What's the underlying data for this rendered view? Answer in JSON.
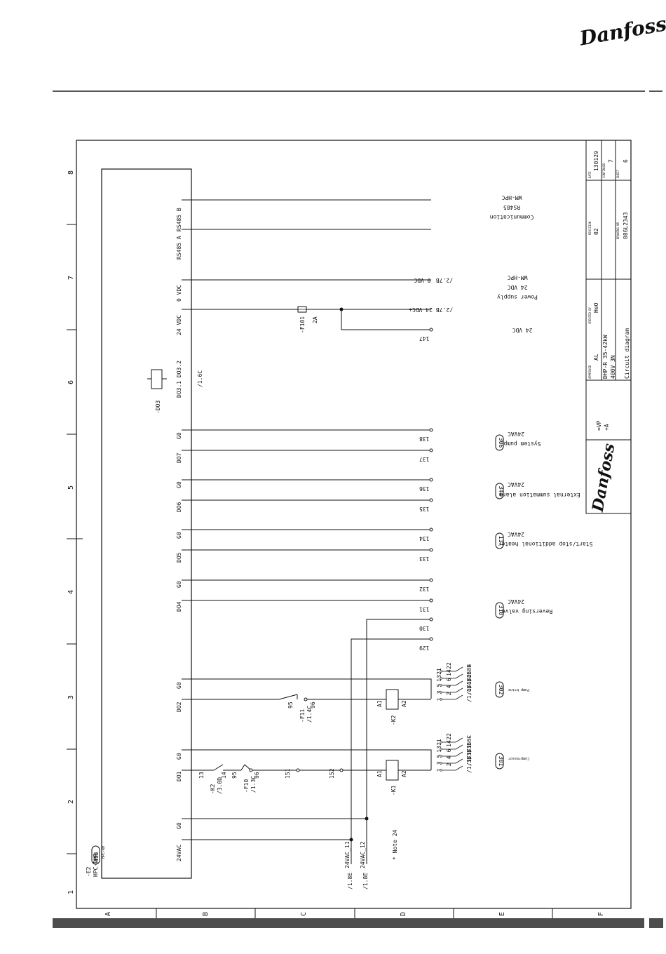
{
  "header": {
    "logo_text": "Danfoss"
  },
  "title_block": {
    "date_label": "DATE",
    "date": "130129",
    "continued_label": "CONTINUED",
    "continued": "7",
    "sheet_label": "SHEET",
    "sheet": "6",
    "revision_label": "REVISION",
    "revision": "02",
    "drawing_nr_label": "DRAWING NR",
    "drawing_nr": "086L2343",
    "created_by_label": "CREATED BY",
    "created_by": "HeO",
    "approved_label": "APPROVED",
    "approved": "AL",
    "product": "DHP-R 35-42kW",
    "voltage": "400V 3N",
    "doc_type": "Circuit diagram",
    "location_1": "=VP",
    "location_2": "+A",
    "logo_text": "Danfoss"
  },
  "grid": {
    "numbers": [
      "1",
      "2",
      "3",
      "4",
      "5",
      "6",
      "7",
      "8"
    ],
    "letters": [
      "A",
      "B",
      "C",
      "D",
      "E",
      "F"
    ]
  },
  "controller": {
    "ref": "-E2",
    "name": "HPC-DHR",
    "badge": "458",
    "sub": "HPC-RH",
    "terminals": [
      "24VAC",
      "G0",
      "DO1",
      "G0",
      "DO2",
      "G0",
      "DO4",
      "G0",
      "DO5",
      "G0",
      "DO6",
      "G0",
      "DO7",
      "G0",
      "DO3.1 DO3.2",
      "24 VDC",
      "0 VDC",
      "RS485 A",
      "RS485 B"
    ]
  },
  "relay_do3": {
    "ref": "-DO3",
    "xref": "/1.6C"
  },
  "fuse_f101": {
    "ref": "-F101",
    "rating": "2A"
  },
  "devices": {
    "k1": {
      "ref": "-K1",
      "a1": "A1",
      "a2": "A2"
    },
    "k2": {
      "ref": "-K2",
      "a1": "A1",
      "a2": "A2"
    },
    "k2_contact": {
      "ref": "-K2",
      "xref": "/3.0D",
      "pin1": "13",
      "pin2": "14"
    },
    "f10": {
      "ref": "-F10",
      "xref": "/1.3C",
      "pin1": "95",
      "pin2": "96"
    },
    "f11": {
      "ref": "-F11",
      "xref": "/1.4C",
      "pin1": "95",
      "pin2": "96"
    },
    "w151": "151",
    "w152": "152"
  },
  "supply": {
    "l11": "24VAC_11",
    "l12": "24VAC_12",
    "xref1": "/1.8E",
    "xref2": "/1.8E",
    "note": "* Note 24"
  },
  "k1_contacts": [
    {
      "in": "1",
      "out": "2",
      "xref": "/1.3B"
    },
    {
      "in": "3",
      "out": "4",
      "xref": "/1.3B"
    },
    {
      "in": "5",
      "out": "6",
      "xref": "/1.3B"
    },
    {
      "in": "13",
      "out": "14",
      "xref": "/1.6C"
    },
    {
      "in": "21",
      "out": "22",
      "xref": "-"
    }
  ],
  "k2_contacts": [
    {
      "in": "1",
      "out": "2",
      "xref": "/1.4B"
    },
    {
      "in": "3",
      "out": "4",
      "xref": "/1.4B"
    },
    {
      "in": "5",
      "out": "6",
      "xref": "/1.4B"
    },
    {
      "in": "13",
      "out": "14",
      "xref": "/2.8B"
    },
    {
      "in": "21",
      "out": "22",
      "xref": "-"
    }
  ],
  "wires": {
    "w129": "129",
    "w130": "130",
    "w131": "131",
    "w132": "132",
    "w133": "133",
    "w134": "134",
    "w135": "135",
    "w136": "136",
    "w137": "137",
    "w138": "138",
    "w147": "147"
  },
  "signals": {
    "v24_signal": "24 VDC+",
    "v0_signal": "0 VDC-",
    "v24_xref": "/2.7B",
    "v0_xref": "/2.7B"
  },
  "outputs": [
    {
      "badge": "301",
      "text": "Compressor"
    },
    {
      "badge": "302",
      "text": "Pump brine"
    },
    {
      "badge": "310",
      "text": "Reversing valve",
      "sub": "24VAC"
    },
    {
      "badge": "117",
      "text": "Start/stop additional heater",
      "sub": "24VAC"
    },
    {
      "badge": "344",
      "text": "External summation alarm",
      "sub": "24VAC"
    },
    {
      "badge": "306",
      "text": "System pump",
      "sub": "24VAC"
    }
  ],
  "power_supply_note": {
    "line1": "24 VDC",
    "line2": "Power supply",
    "line3": "24 VDC",
    "line4": "WM-HPC"
  },
  "comm_note": {
    "line1": "Communication",
    "line2": "RS485",
    "line3": "WM-HPC"
  }
}
